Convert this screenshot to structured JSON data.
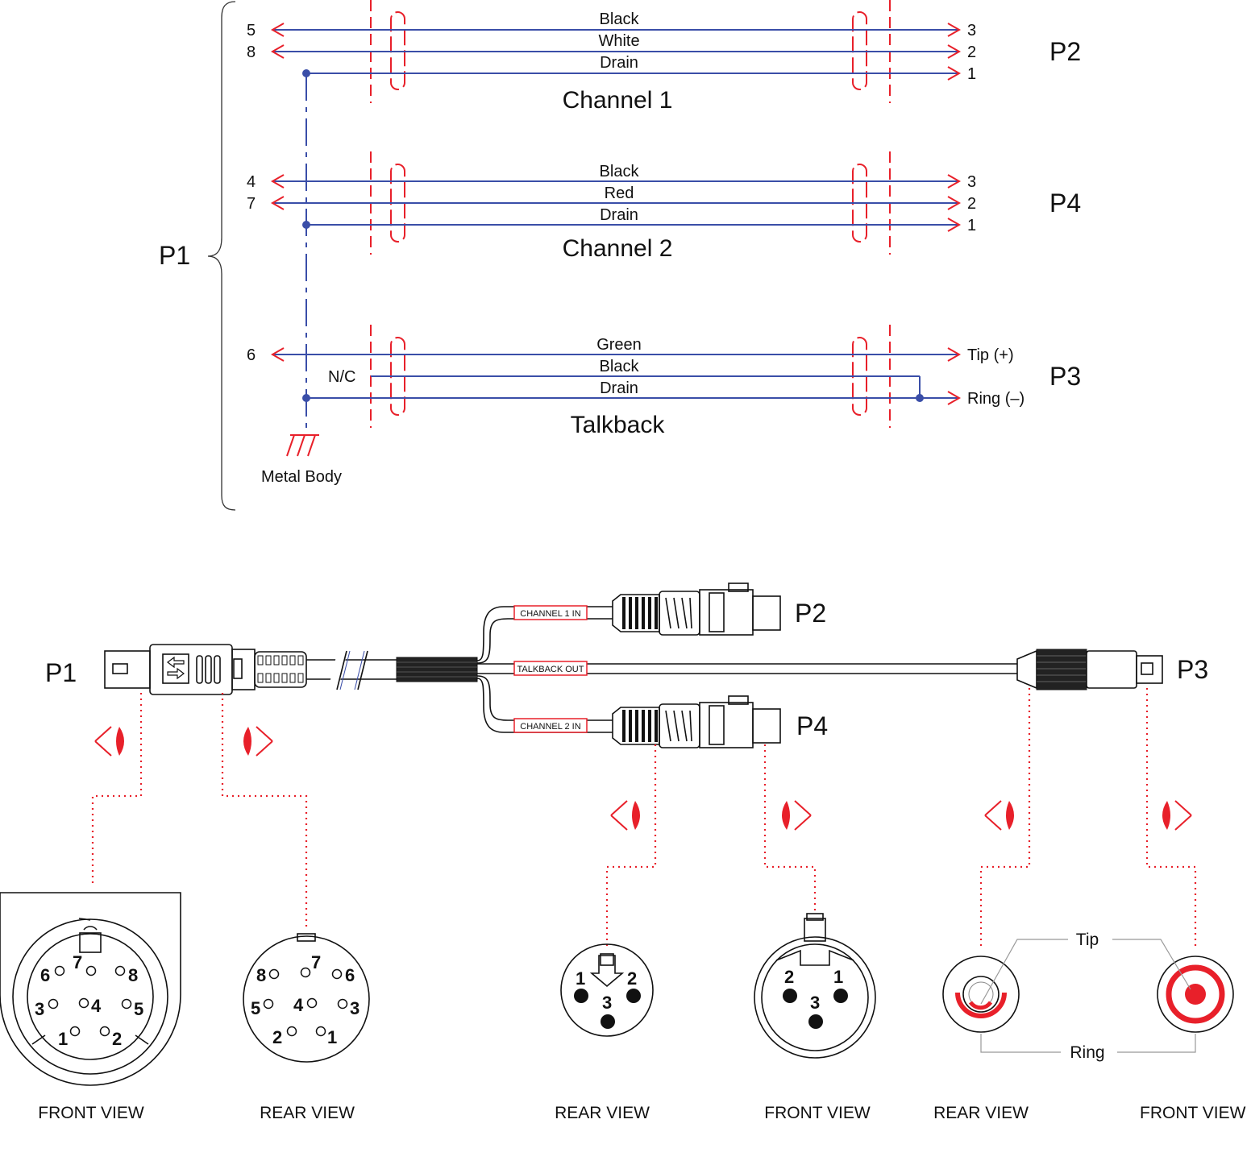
{
  "schematic": {
    "p1_label": "P1",
    "channel1": {
      "title": "Channel 1",
      "connector": "P2",
      "wires": [
        {
          "color": "Black",
          "left_pin": "5",
          "right_pin": "3"
        },
        {
          "color": "White",
          "left_pin": "8",
          "right_pin": "2"
        },
        {
          "color": "Drain",
          "left_pin": "",
          "right_pin": "1"
        }
      ]
    },
    "channel2": {
      "title": "Channel 2",
      "connector": "P4",
      "wires": [
        {
          "color": "Black",
          "left_pin": "4",
          "right_pin": "3"
        },
        {
          "color": "Red",
          "left_pin": "7",
          "right_pin": "2"
        },
        {
          "color": "Drain",
          "left_pin": "",
          "right_pin": "1"
        }
      ]
    },
    "talkback": {
      "title": "Talkback",
      "connector": "P3",
      "nc_label": "N/C",
      "wires": [
        {
          "color": "Green",
          "left_pin": "6",
          "right_pin": "Tip (+)"
        },
        {
          "color": "Black",
          "left_pin": "",
          "right_pin": ""
        },
        {
          "color": "Drain",
          "left_pin": "",
          "right_pin": "Ring (–)"
        }
      ]
    },
    "ground_label": "Metal Body"
  },
  "cable": {
    "p1": "P1",
    "p2": "P2",
    "p3": "P3",
    "p4": "P4",
    "tag_ch1": "CHANNEL 1 IN",
    "tag_talkback": "TALKBACK OUT",
    "tag_ch2": "CHANNEL 2 IN"
  },
  "views": {
    "din_front": {
      "caption": "FRONT VIEW",
      "pins": [
        "6",
        "7",
        "8",
        "3",
        "4",
        "5",
        "1",
        "2"
      ]
    },
    "din_rear": {
      "caption": "REAR VIEW",
      "pins": [
        "8",
        "7",
        "6",
        "5",
        "4",
        "3",
        "2",
        "1"
      ]
    },
    "xlr_male_rear": {
      "caption": "REAR VIEW",
      "pins": [
        "1",
        "2",
        "3"
      ]
    },
    "xlr_female_front": {
      "caption": "FRONT VIEW",
      "pins": [
        "2",
        "1",
        "3"
      ]
    },
    "jack_rear": {
      "caption": "REAR VIEW"
    },
    "jack_front": {
      "caption": "FRONT VIEW"
    },
    "tip_label": "Tip",
    "ring_label": "Ring"
  },
  "colors": {
    "wire": "#3a4ea8",
    "accent": "#e8202a",
    "ink": "#111111"
  }
}
